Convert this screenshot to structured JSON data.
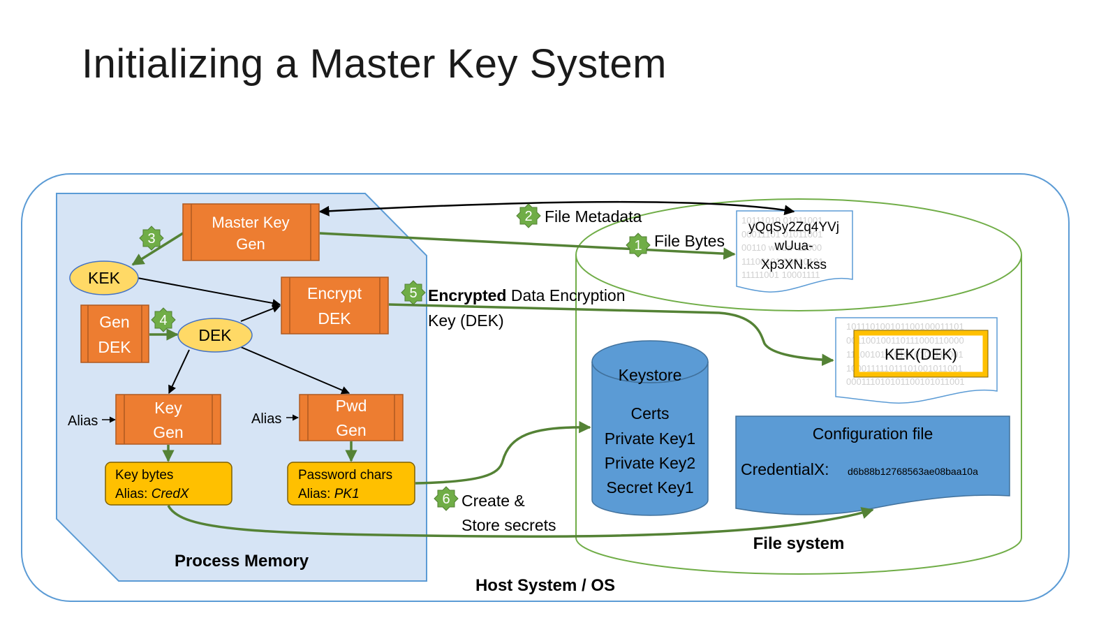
{
  "title": "Initializing a Master Key System",
  "containers": {
    "host": "Host System / OS",
    "process_memory": "Process Memory",
    "file_system": "File system"
  },
  "process_nodes": {
    "master_key_gen": [
      "Master Key",
      "Gen"
    ],
    "encrypt_dek": [
      "Encrypt",
      "DEK"
    ],
    "gen_dek": [
      "Gen",
      "DEK"
    ],
    "key_gen": [
      "Key",
      "Gen"
    ],
    "pwd_gen": [
      "Pwd",
      "Gen"
    ]
  },
  "ellipses": {
    "kek": "KEK",
    "dek": "DEK"
  },
  "alias_inputs": [
    "Alias",
    "Alias"
  ],
  "outputs": {
    "key_bytes": {
      "line1": "Key bytes",
      "alias_prefix": "Alias: ",
      "alias_value": "CredX"
    },
    "password_chars": {
      "line1": "Password chars",
      "alias_prefix": "Alias: ",
      "alias_value": "PK1"
    }
  },
  "steps": [
    {
      "num": "1",
      "label": "File Bytes"
    },
    {
      "num": "2",
      "label": "File Metadata"
    },
    {
      "num": "3",
      "label": ""
    },
    {
      "num": "4",
      "label": ""
    },
    {
      "num": "5",
      "label_bold": "Encrypted",
      "label_rest": " Data Encryption",
      "label_line2": "Key (DEK)"
    },
    {
      "num": "6",
      "label": "Create &",
      "label_line2": "Store secrets"
    }
  ],
  "master_file": {
    "name_lines": [
      "yQqSy2Zq4YVj",
      "wUua-",
      "Xp3XN.kss"
    ],
    "bits": [
      "10111010 01011001",
      "00011101 01011001",
      "00110 wUua- 11000",
      "11100101 00010101",
      "11111001 10001111"
    ]
  },
  "kek_file": {
    "label": "KEK(DEK)",
    "bits": [
      "101110100101100100011101",
      "001100100110111000110000",
      "111001011101010100111001",
      "100011111011101001011001",
      "000111010101100101011001"
    ]
  },
  "keystore": {
    "title": "Keystore",
    "items": [
      "Certs",
      "Private Key1",
      "Private Key2",
      "Secret Key1"
    ]
  },
  "config_file": {
    "title": "Configuration file",
    "key": "CredentialX:",
    "value": "d6b88b12768563ae08baa10a"
  },
  "colors": {
    "process_fill": "#ed7d31",
    "ellipse_fill": "#ffd966",
    "output_fill": "#ffc000",
    "green": "#548235",
    "step_badge": "#70ad47",
    "blue_shape": "#5b9bd5",
    "memory_bg": "#d6e4f5",
    "host_border": "#5b9bd5"
  }
}
